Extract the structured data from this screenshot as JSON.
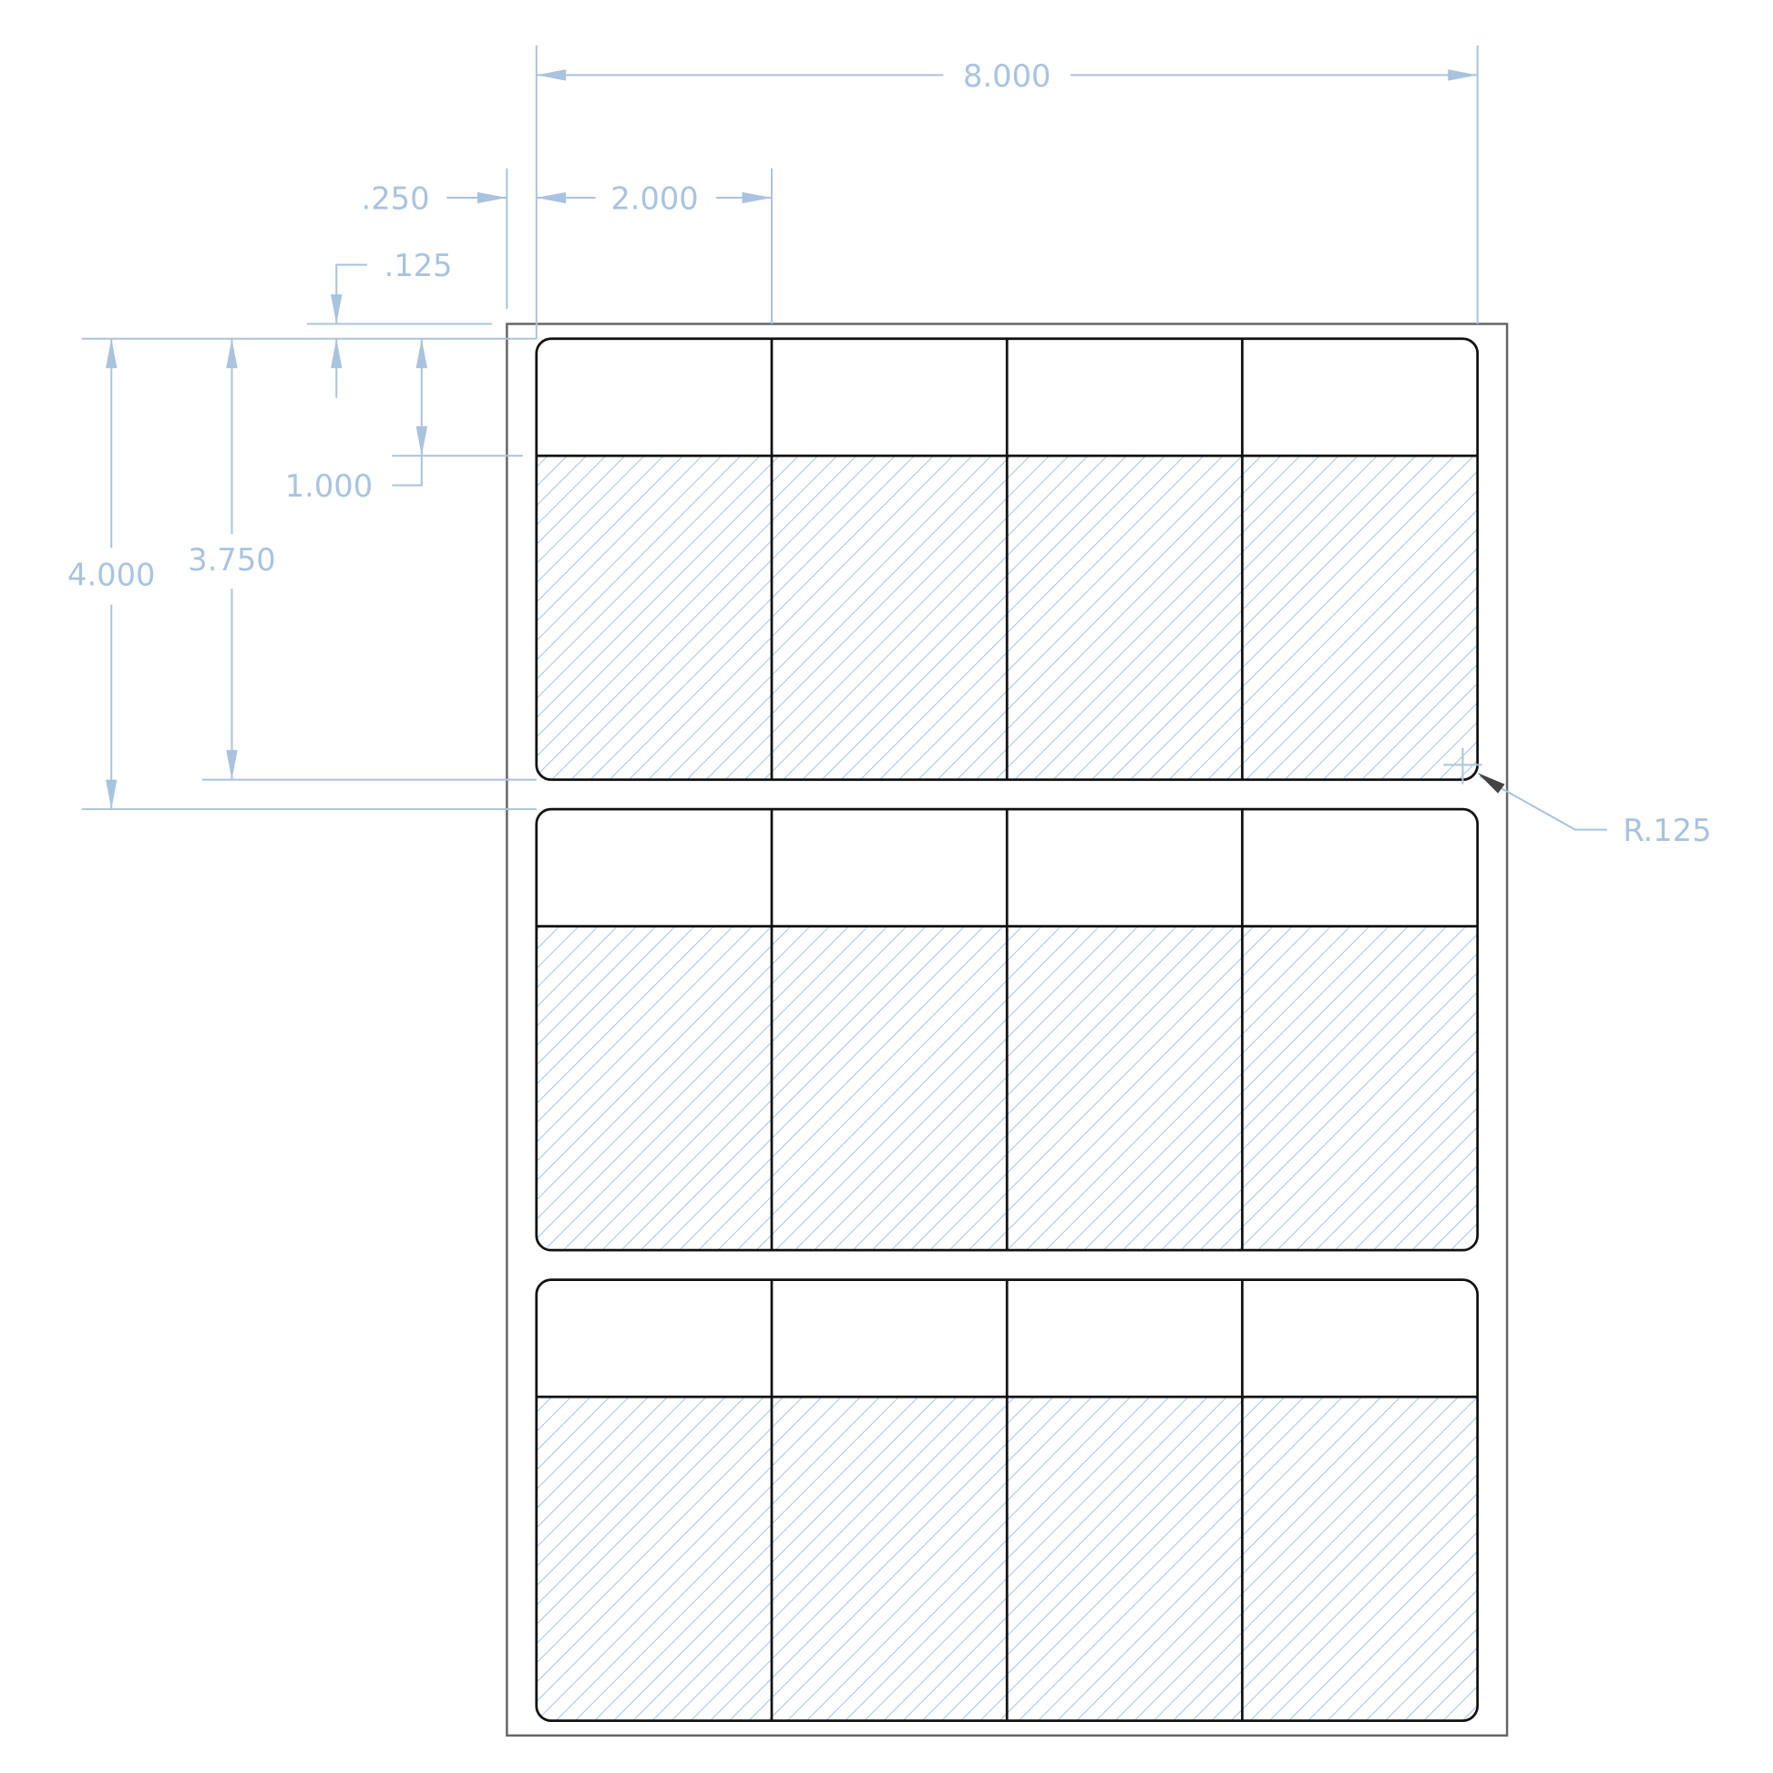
{
  "drawing": {
    "labels_across": 4,
    "labels_down": 3,
    "colors": {
      "dimension": "#a9c3df",
      "outline": "#111111",
      "sheet": "#666666",
      "hatch": "#a9c3df"
    },
    "dimensions": {
      "overall_width": "8.000",
      "label_width": "2.000",
      "side_margin": ".250",
      "top_margin": ".125",
      "header_height": "1.000",
      "label_height": "3.750",
      "pitch": "4.000",
      "corner_radius": "R.125"
    }
  }
}
